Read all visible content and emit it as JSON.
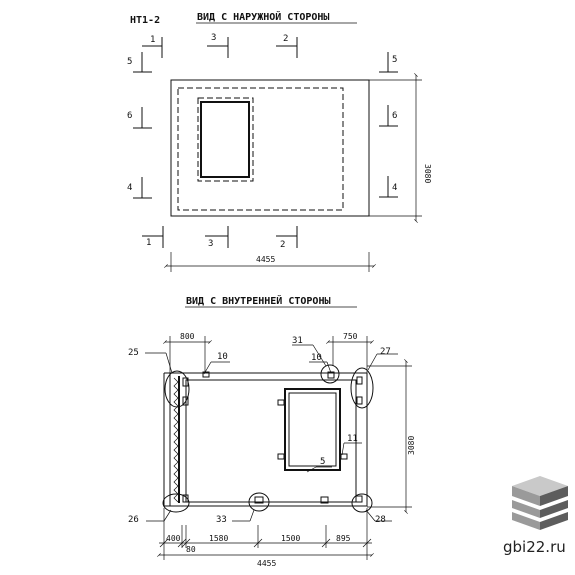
{
  "panel_code": "НТ1-2",
  "outer_view": {
    "title": "ВИД С НАРУЖНОЙ СТОРОНЫ",
    "section_marks": [
      "1",
      "2",
      "3",
      "4",
      "5",
      "6"
    ],
    "width_dim": "4455",
    "height_dim": "3080"
  },
  "inner_view": {
    "title": "ВИД С ВНУТРЕННЕЙ СТОРОНЫ",
    "top_dims": [
      "800",
      "750"
    ],
    "height_dim": "3080",
    "bottom_dims": [
      "400",
      "80",
      "1580",
      "1500",
      "895"
    ],
    "total_dim": "4455",
    "callouts": [
      "25",
      "10",
      "31",
      "10",
      "27",
      "11",
      "5",
      "26",
      "33",
      "28"
    ]
  },
  "watermark": {
    "site": "gbi22.ru",
    "colors": [
      "#c9c9c9",
      "#9a9a9a",
      "#5d5d5d"
    ]
  }
}
